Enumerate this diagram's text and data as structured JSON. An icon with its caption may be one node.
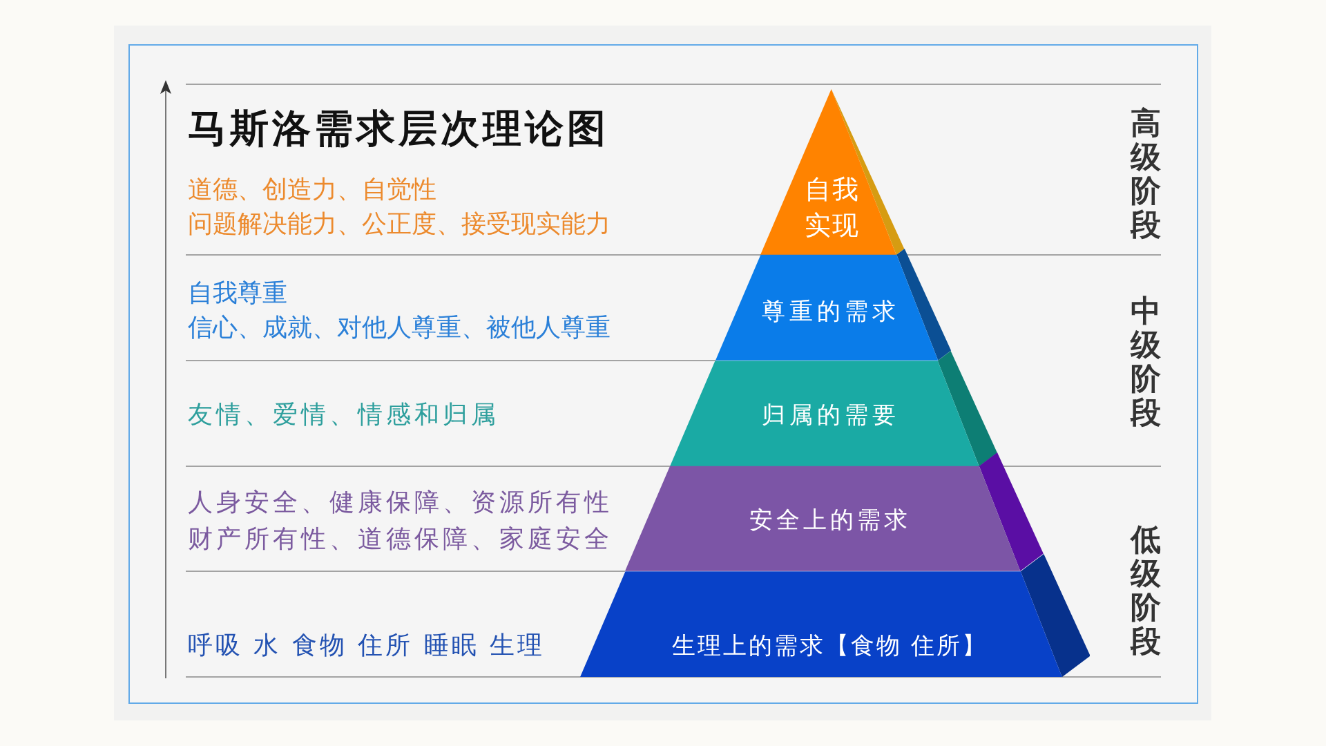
{
  "diagram": {
    "title": "马斯洛需求层次理论图",
    "nodes": [
      {
        "text": [
          "自我实现"
        ],
        "beside": [
          "道德、创造力、自觉性",
          "问题解决能力、公正度、接受现实能力"
        ]
      },
      {
        "text": [
          "尊重的需求"
        ],
        "beside": [
          "自我尊重",
          "信心、成就、对他人尊重、被他人尊重"
        ]
      },
      {
        "text": [
          "归属的需要"
        ]
      },
      {
        "text": [
          "安全上的需求"
        ],
        "beside": [
          "人身安全、健康保障、资源所有性",
          "财产所有性、道德保障、家庭安全"
        ]
      },
      {
        "text": [
          "生理上的需求【食物 住所】"
        ],
        "beside": [
          "呼吸 水 食物 住所 睡眠 生理"
        ]
      }
    ],
    "labels": [
      "友情、爱情、情感和归属",
      "高级阶段",
      "中级阶段",
      "低级阶段"
    ]
  }
}
